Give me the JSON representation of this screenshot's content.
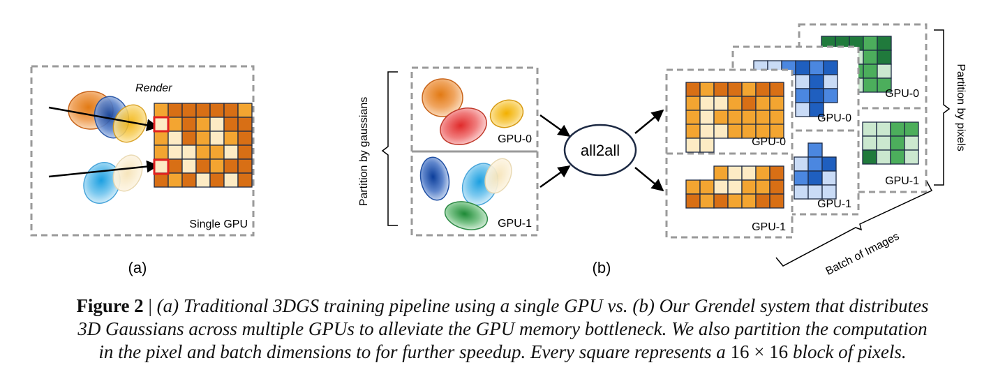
{
  "panel_a": {
    "render_label": "Render",
    "gpu_label": "Single GPU",
    "sublabel": "(a)"
  },
  "panel_b": {
    "partition_gaussians_label": "Partition by gaussians",
    "gpu0_label": "GPU-0",
    "gpu1_label": "GPU-1",
    "all2all_label": "all2all",
    "partition_pixels_label": "Partition by pixels",
    "batch_label": "Batch of Images",
    "sublabel": "(b)"
  },
  "caption": {
    "figure_label": "Figure 2",
    "separator": " | ",
    "line1": "(a) Traditional 3DGS training pipeline using a single GPU vs. (b) Our Grendel system that distributes",
    "line2": "3D Gaussians across multiple GPUs to alleviate the GPU memory bottleneck. We also partition the computation",
    "line3a": "in the pixel and batch dimensions to for further speedup. Every square represents a ",
    "math": "16 × 16",
    "line3b": " block of pixels."
  },
  "colors": {
    "orange_dark": "#d86f15",
    "orange": "#f3a531",
    "orange_light": "#fdebc4",
    "blue_dark": "#1f5fbf",
    "blue": "#4b87e0",
    "blue_light": "#c9dbf6",
    "green_dark": "#207a3c",
    "green": "#4cae5c",
    "green_light": "#cbe8cf",
    "border": "#9a9a9a",
    "grid_line": "#1d2a44"
  }
}
